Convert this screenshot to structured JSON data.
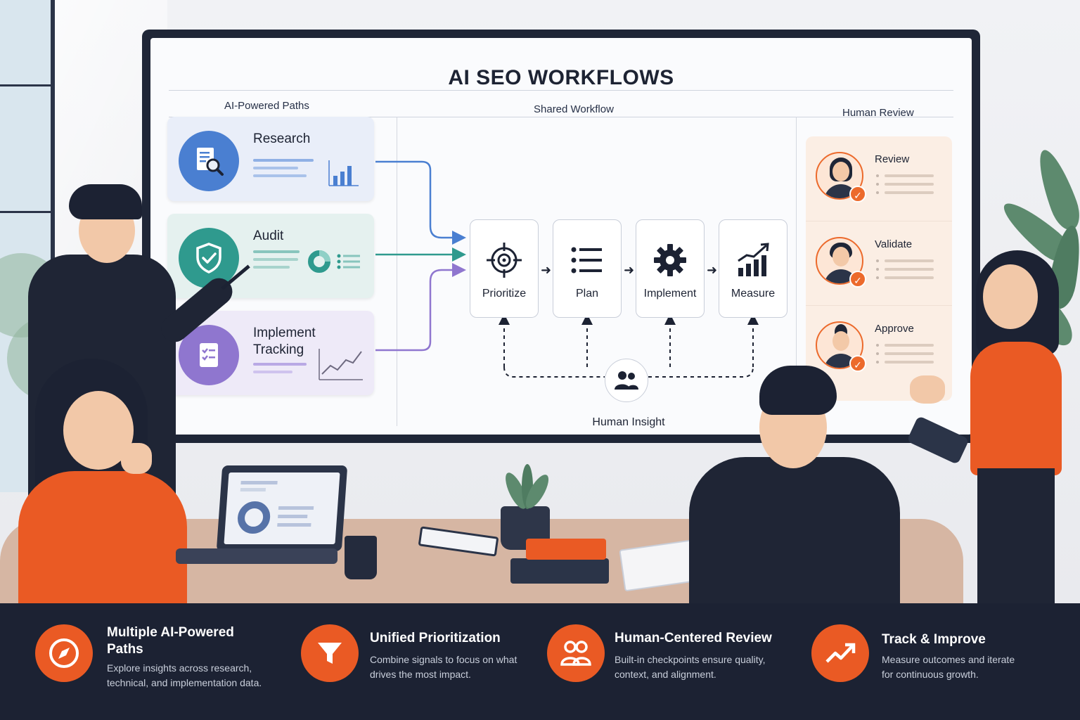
{
  "board": {
    "title": "AI SEO WORKFLOWS",
    "columns": {
      "left": "AI-Powered Paths",
      "middle": "Shared Workflow",
      "right": "Human Review"
    },
    "paths": [
      {
        "label": "Research",
        "icon": "document-search-icon",
        "color": "#4a7fd1",
        "bg": "#e9eef9"
      },
      {
        "label": "Audit",
        "icon": "shield-check-icon",
        "color": "#2f9a8e",
        "bg": "#e5f1ef"
      },
      {
        "label": "Implement\nTracking",
        "icon": "checklist-icon",
        "color": "#8f76cf",
        "bg": "#eeeaf8"
      }
    ],
    "steps": [
      {
        "label": "Prioritize",
        "icon": "target-icon"
      },
      {
        "label": "Plan",
        "icon": "list-icon"
      },
      {
        "label": "Implement",
        "icon": "gear-icon"
      },
      {
        "label": "Measure",
        "icon": "bar-growth-icon"
      }
    ],
    "insight": {
      "label": "Human Insight",
      "icon": "people-icon"
    },
    "review": [
      {
        "label": "Review"
      },
      {
        "label": "Validate"
      },
      {
        "label": "Approve"
      }
    ]
  },
  "features": [
    {
      "title": "Multiple AI-Powered\nPaths",
      "desc": "Explore insights across research,\ntechnical, and implementation data.",
      "icon": "compass-icon"
    },
    {
      "title": "Unified Prioritization",
      "desc": "Combine signals to focus on what\ndrives the most impact.",
      "icon": "funnel-icon"
    },
    {
      "title": "Human-Centered Review",
      "desc": "Built-in checkpoints ensure quality,\ncontext, and alignment.",
      "icon": "people-icon"
    },
    {
      "title": "Track & Improve",
      "desc": "Measure outcomes and iterate\nfor continuous growth.",
      "icon": "trend-up-icon"
    }
  ],
  "colors": {
    "accent": "#ea5a24",
    "navy": "#1c2233",
    "research": "#4a7fd1",
    "audit": "#2f9a8e",
    "tracking": "#8f76cf"
  }
}
